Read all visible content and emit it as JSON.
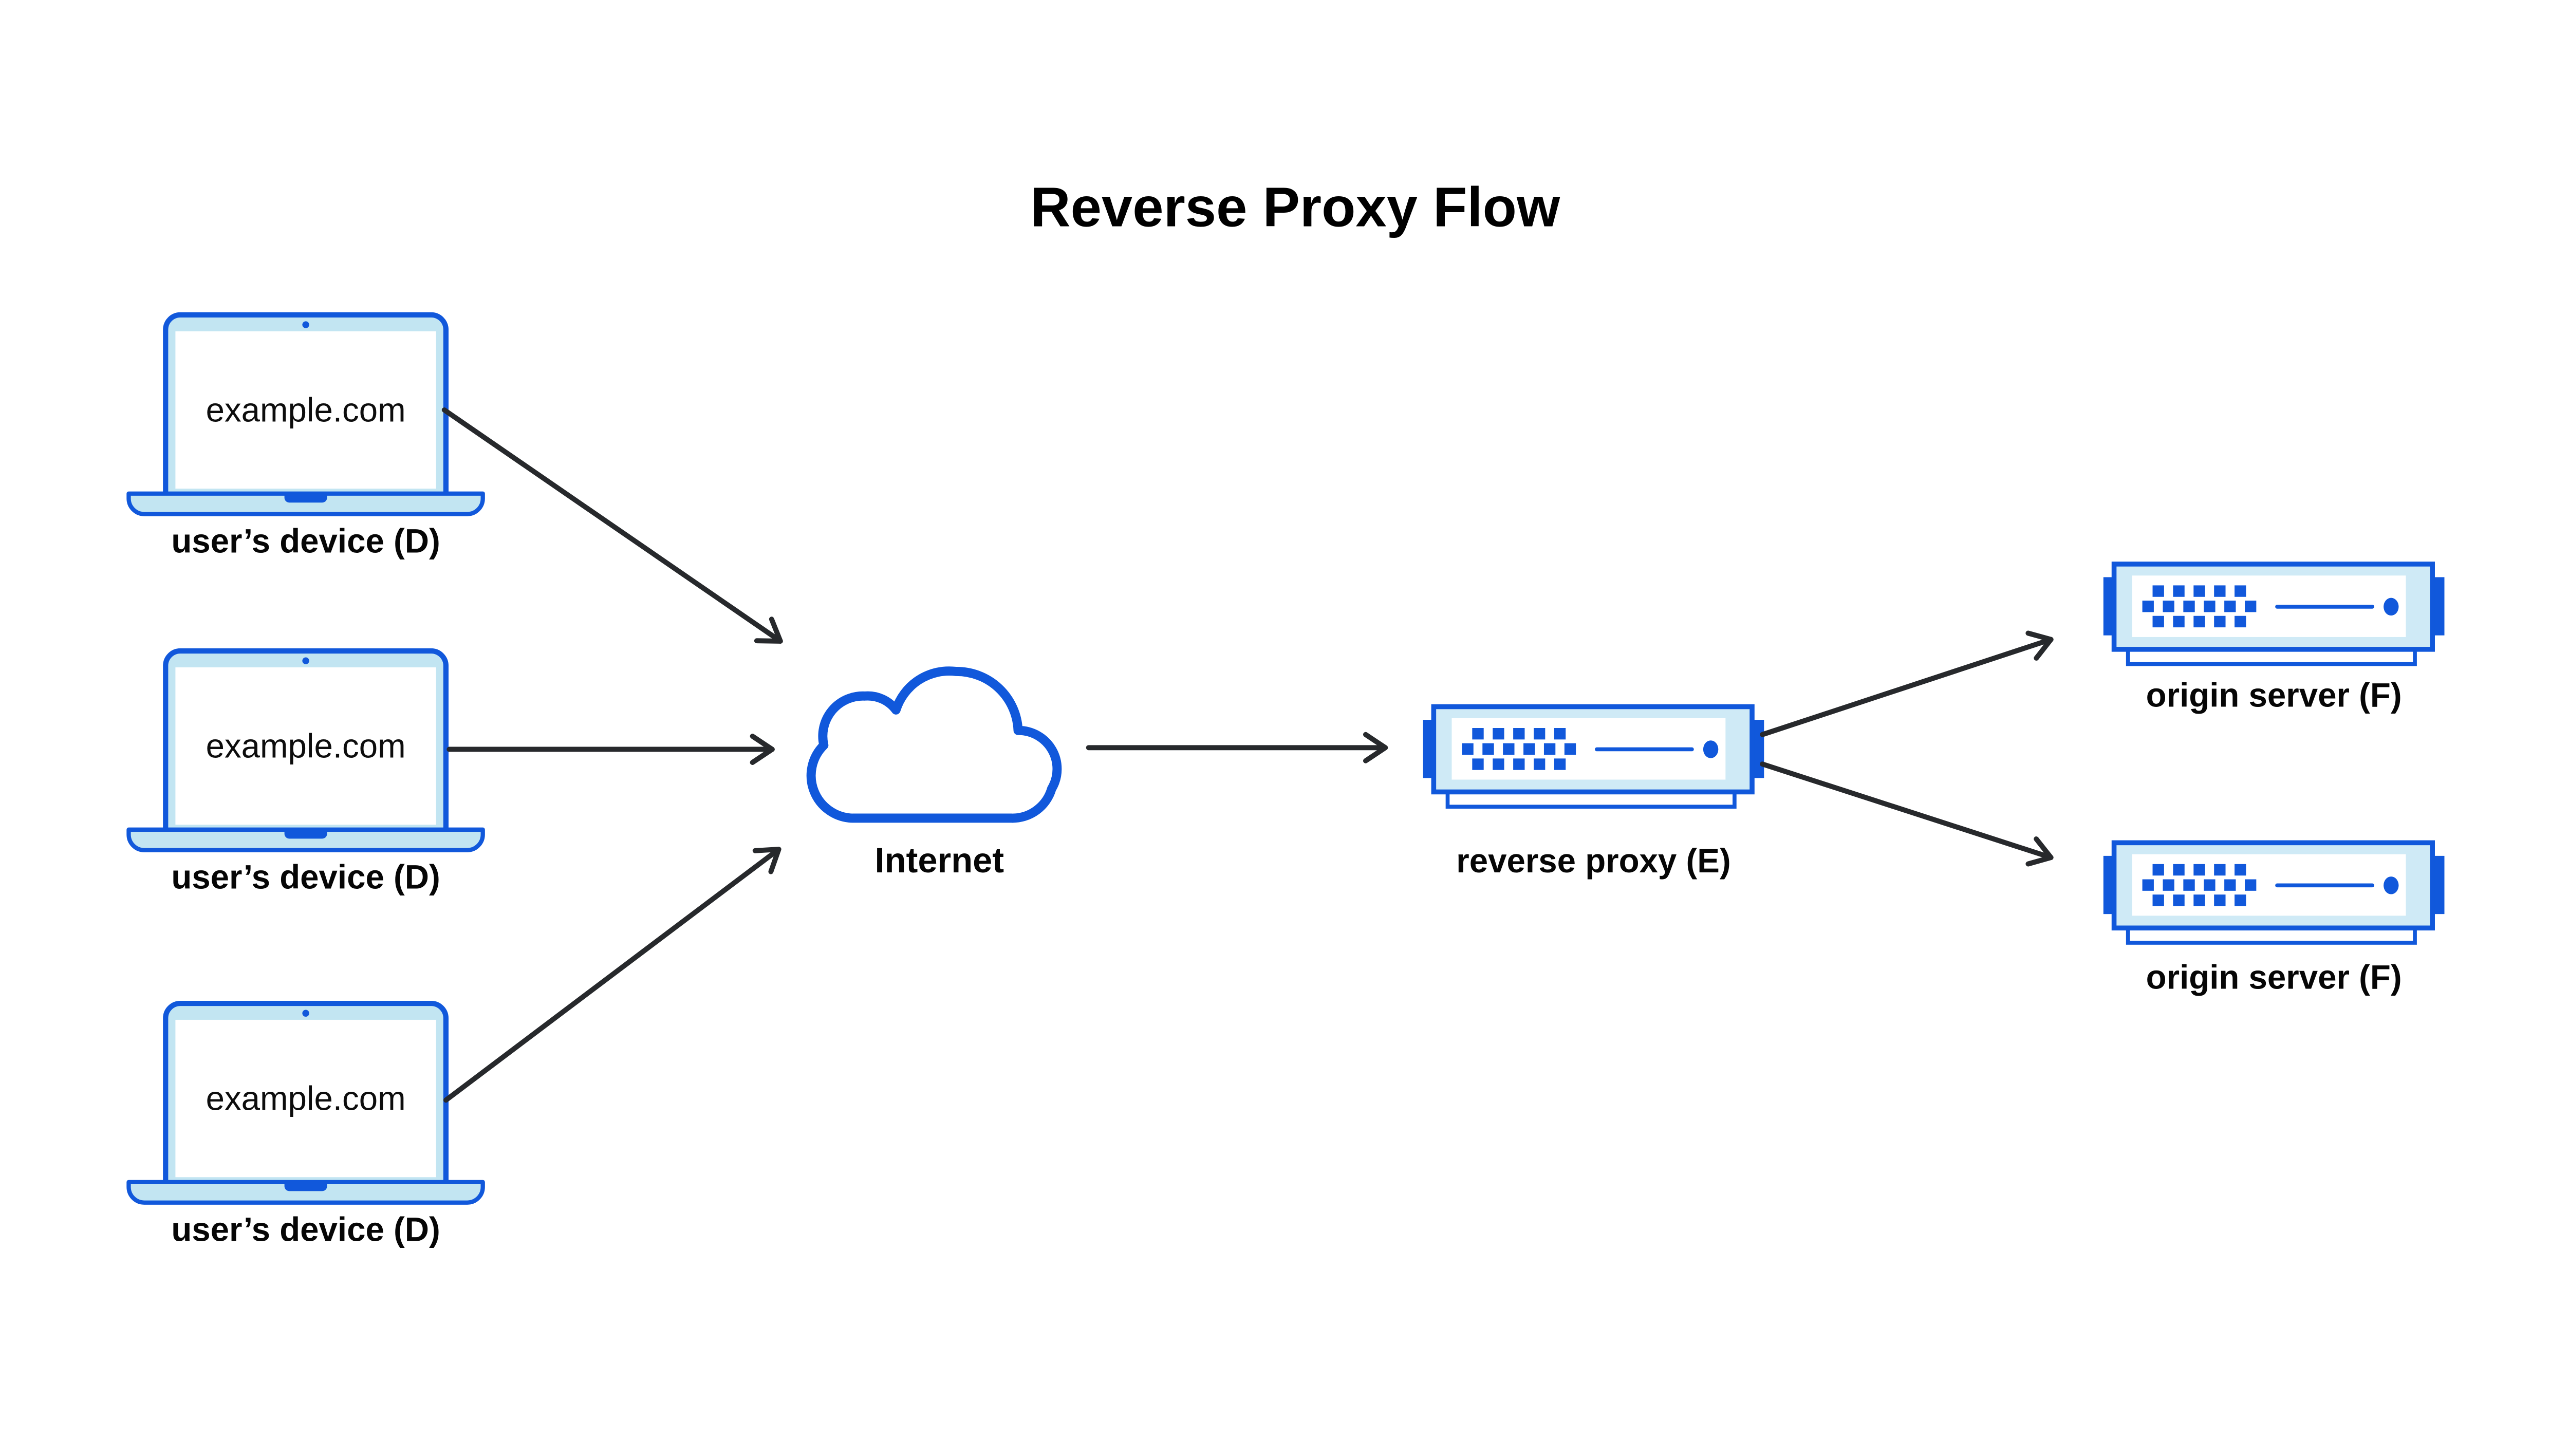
{
  "diagram": {
    "title": "Reverse Proxy Flow",
    "devices": [
      {
        "screen_text": "example.com",
        "label": "user’s device (D)"
      },
      {
        "screen_text": "example.com",
        "label": "user’s device (D)"
      },
      {
        "screen_text": "example.com",
        "label": "user’s device (D)"
      }
    ],
    "internet": {
      "label": "Internet"
    },
    "reverse_proxy": {
      "label": "reverse proxy (E)"
    },
    "origin_servers": [
      {
        "label": "origin server (F)"
      },
      {
        "label": "origin server (F)"
      }
    ],
    "flows": [
      {
        "from": "user’s device (D) #1",
        "to": "Internet"
      },
      {
        "from": "user’s device (D) #2",
        "to": "Internet"
      },
      {
        "from": "user’s device (D) #3",
        "to": "Internet"
      },
      {
        "from": "Internet",
        "to": "reverse proxy (E)"
      },
      {
        "from": "reverse proxy (E)",
        "to": "origin server (F) #1"
      },
      {
        "from": "reverse proxy (E)",
        "to": "origin server (F) #2"
      }
    ],
    "colors": {
      "primary_blue": "#1158DB",
      "laptop_fill": "#C2E5F2",
      "server_fill": "#CFEAF6",
      "arrow": "#27292C",
      "text": "#000000",
      "background": "#FFFFFF"
    }
  }
}
